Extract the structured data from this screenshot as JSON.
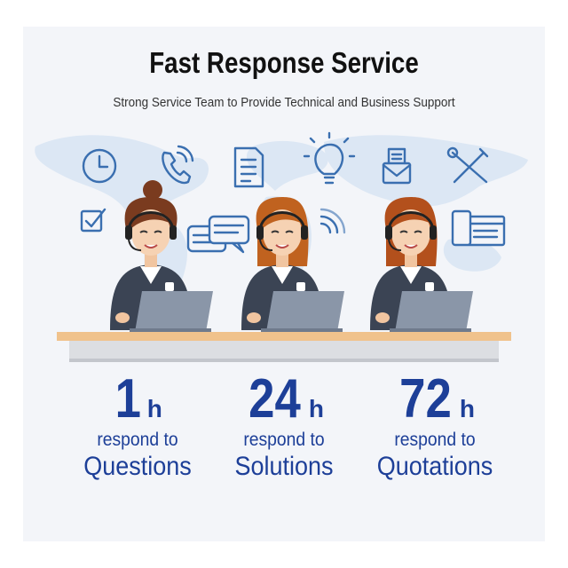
{
  "header": {
    "title": "Fast Response Service",
    "subtitle": "Strong Service Team to Provide Technical and Business Support"
  },
  "icons": [
    "clock-icon",
    "phone-icon",
    "document-icon",
    "lightbulb-icon",
    "mail-icon",
    "tools-icon",
    "checkbox-icon",
    "chat-bubbles-icon",
    "wifi-icon",
    "browser-window-icon"
  ],
  "colors": {
    "accent": "#1d3f98",
    "map": "#dfe9f5",
    "icon": "#3a6fb0",
    "desk": "#f0c28c",
    "shirt": "#3b4454",
    "laptop": "#8a96a8"
  },
  "stats": [
    {
      "number": "1",
      "unit": "h",
      "line1": "respond to",
      "line2": "Questions"
    },
    {
      "number": "24",
      "unit": "h",
      "line1": "respond to",
      "line2": "Solutions"
    },
    {
      "number": "72",
      "unit": "h",
      "line1": "respond to",
      "line2": "Quotations"
    }
  ]
}
